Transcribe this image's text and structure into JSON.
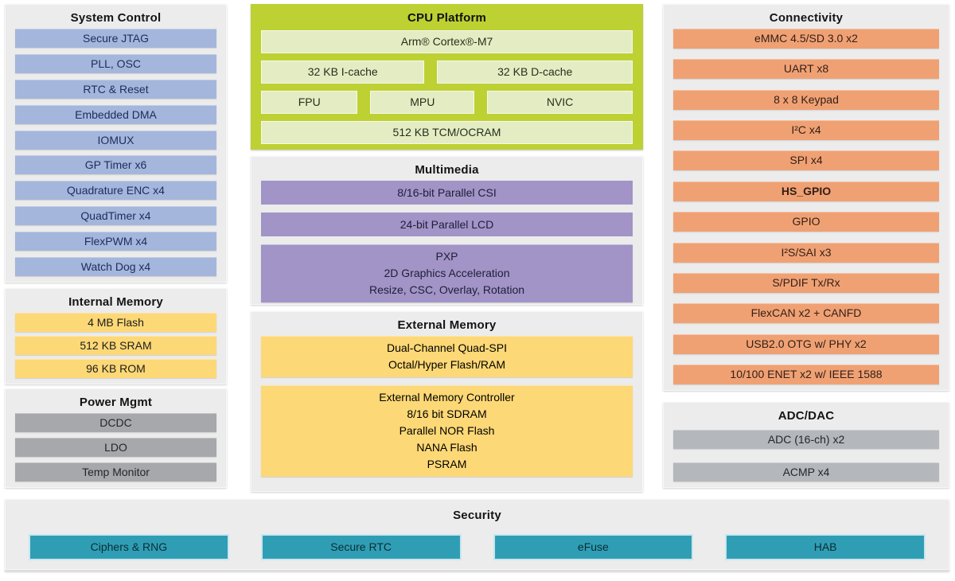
{
  "colors": {
    "panel_bg": "#ececec",
    "blue": "#a4b6db",
    "blue_text": "#1c2d5e",
    "green_outer": "#bdd133",
    "green_inner": "#e4ecc4",
    "purple": "#a294c6",
    "yellow": "#fdd876",
    "orange": "#f0a173",
    "gray_power": "#a6a8ab",
    "gray_adc": "#b4b7bb",
    "teal": "#2f9eb4",
    "dark_text": "#1d1d1f"
  },
  "system_control": {
    "title": "System Control",
    "items": [
      "Secure JTAG",
      "PLL, OSC",
      "RTC & Reset",
      "Embedded DMA",
      "IOMUX",
      "GP Timer x6",
      "Quadrature ENC x4",
      "QuadTimer x4",
      "FlexPWM x4",
      "Watch Dog x4"
    ]
  },
  "internal_memory": {
    "title": "Internal Memory",
    "items": [
      "4 MB Flash",
      "512 KB SRAM",
      "96 KB ROM"
    ]
  },
  "power_mgmt": {
    "title": "Power Mgmt",
    "items": [
      "DCDC",
      "LDO",
      "Temp Monitor"
    ]
  },
  "cpu_platform": {
    "title": "CPU Platform",
    "core": "Arm® Cortex®-M7",
    "icache": "32 KB I-cache",
    "dcache": "32 KB D-cache",
    "fpu": "FPU",
    "mpu": "MPU",
    "nvic": "NVIC",
    "tcm": "512 KB TCM/OCRAM"
  },
  "multimedia": {
    "title": "Multimedia",
    "csi": "8/16-bit Parallel CSI",
    "lcd": "24-bit Parallel LCD",
    "pxp_lines": [
      "PXP",
      "2D Graphics Acceleration",
      "Resize, CSC, Overlay, Rotation"
    ]
  },
  "external_memory": {
    "title": "External Memory",
    "flexspi_lines": [
      "Dual-Channel Quad-SPI",
      "Octal/Hyper Flash/RAM"
    ],
    "emc_lines": [
      "External Memory Controller",
      "8/16 bit SDRAM",
      "Parallel NOR Flash",
      "NANA Flash",
      "PSRAM"
    ]
  },
  "connectivity": {
    "title": "Connectivity",
    "items": [
      "eMMC 4.5/SD 3.0 x2",
      "UART x8",
      "8 x 8 Keypad",
      "I²C x4",
      "SPI  x4",
      "HS_GPIO",
      "GPIO",
      "I²S/SAI x3",
      "S/PDIF Tx/Rx",
      "FlexCAN x2 + CANFD",
      "USB2.0 OTG w/ PHY x2",
      "10/100 ENET x2 w/ IEEE 1588"
    ]
  },
  "adc_dac": {
    "title": "ADC/DAC",
    "items": [
      "ADC (16-ch) x2",
      "ACMP x4"
    ]
  },
  "security": {
    "title": "Security",
    "items": [
      "Ciphers & RNG",
      "Secure RTC",
      "eFuse",
      "HAB"
    ]
  }
}
